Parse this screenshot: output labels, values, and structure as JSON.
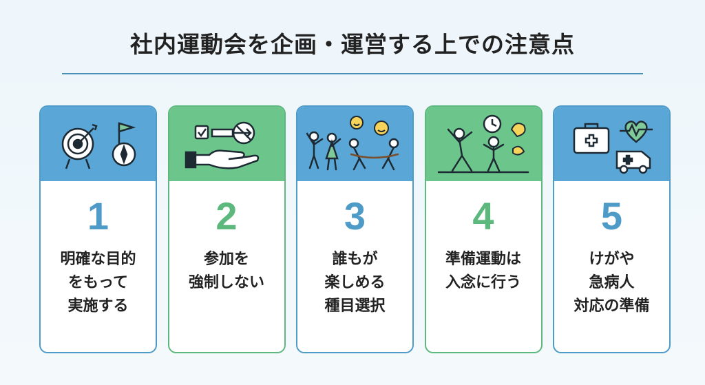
{
  "title": "社内運動会を企画・運営する上での注意点",
  "colors": {
    "blue": "#5aa6d6",
    "green": "#6cc58a",
    "blue_border": "#4f9bc8",
    "green_border": "#5cb87c"
  },
  "cards": [
    {
      "number": "1",
      "theme": "blue",
      "icons": [
        "target-icon",
        "flag-icon",
        "compass-icon"
      ],
      "lines": [
        "明確な目的",
        "をもって",
        "実施する"
      ]
    },
    {
      "number": "2",
      "theme": "green",
      "icons": [
        "checkbox-icon",
        "prohibited-arrow-icon",
        "open-hand-icon"
      ],
      "lines": [
        "参加を",
        "強制しない"
      ]
    },
    {
      "number": "3",
      "theme": "blue",
      "icons": [
        "people-playing-icon",
        "tug-of-war-icon",
        "smiley-icon"
      ],
      "lines": [
        "誰もが",
        "楽しめる",
        "種目選択"
      ]
    },
    {
      "number": "4",
      "theme": "green",
      "icons": [
        "stretching-people-icon",
        "clock-icon",
        "muscle-icon"
      ],
      "lines": [
        "準備運動は",
        "入念に行う"
      ]
    },
    {
      "number": "5",
      "theme": "blue",
      "icons": [
        "first-aid-kit-icon",
        "heartbeat-icon",
        "ambulance-icon"
      ],
      "lines": [
        "けがや",
        "急病人",
        "対応の準備"
      ]
    }
  ]
}
